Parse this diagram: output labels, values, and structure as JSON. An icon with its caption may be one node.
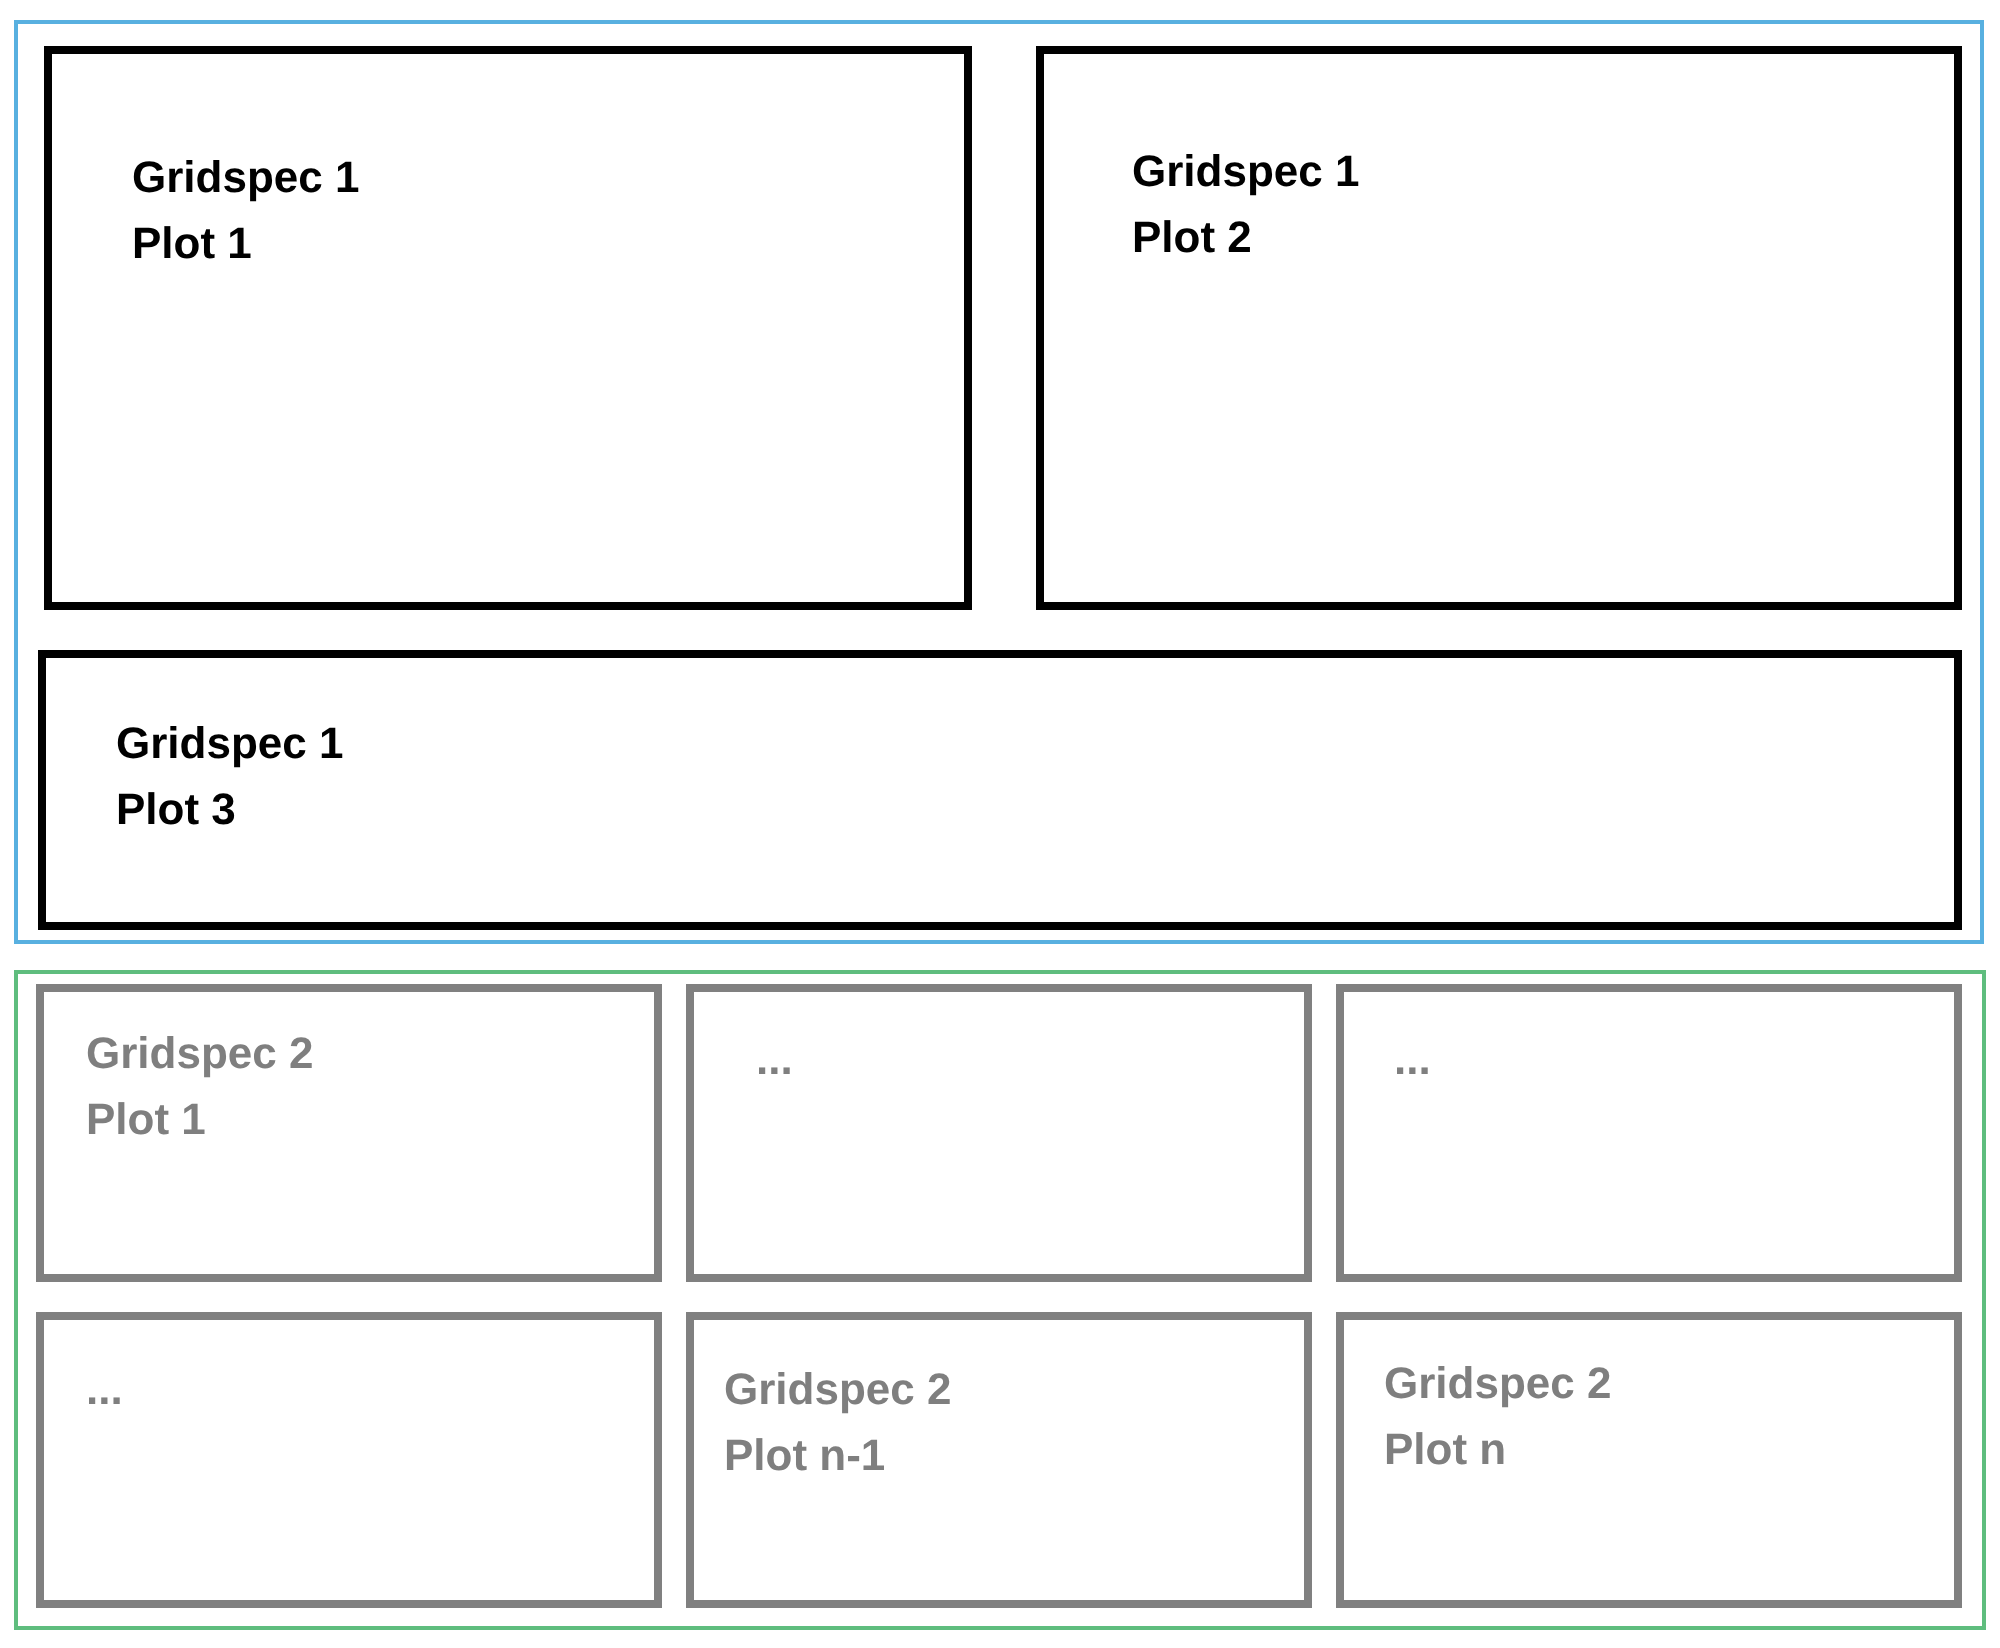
{
  "diagram": {
    "nodes": [
      {
        "text": [],
        "shape": "box"
      },
      {
        "text": [
          "Gridspec 1 Plot 1"
        ],
        "in": 0
      },
      {
        "text": [
          "Gridspec 1 Plot 2"
        ],
        "in": 0
      },
      {
        "text": [
          "Gridspec 1 Plot 3"
        ],
        "in": 0
      },
      {
        "text": [],
        "shape": "box"
      },
      {
        "text": [
          "Gridspec 2 Plot 1"
        ],
        "in": 4
      },
      {
        "text": [
          "..."
        ],
        "in": 4
      },
      {
        "text": [
          "..."
        ],
        "in": 4
      },
      {
        "text": [
          "..."
        ],
        "in": 4
      },
      {
        "text": [
          "Gridspec 2 Plot n-1"
        ],
        "in": 4
      },
      {
        "text": [
          "Gridspec 2 Plot n"
        ],
        "in": 4
      }
    ],
    "edges": []
  }
}
